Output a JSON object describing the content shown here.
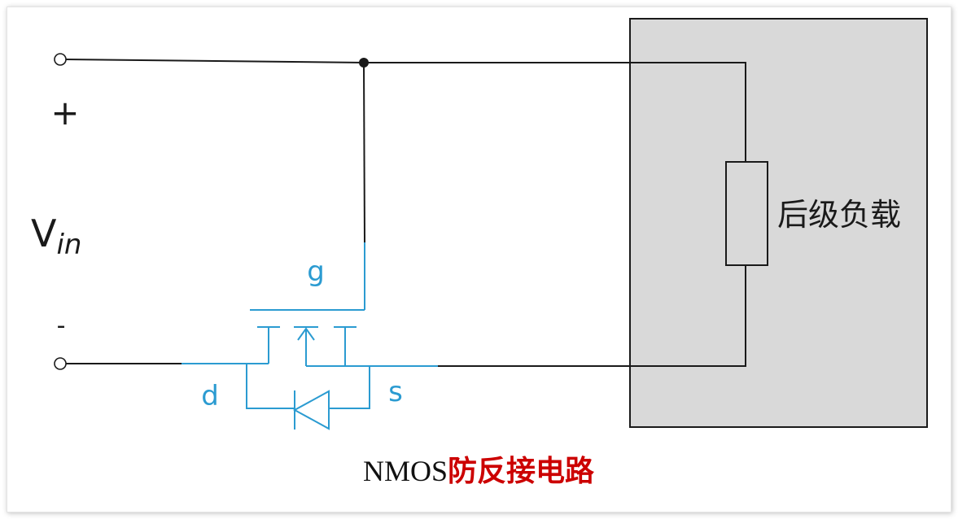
{
  "colors": {
    "wire": "#1a1a1a",
    "mosfet": "#2b9bd1",
    "load_fill": "#d9d9d9",
    "caption": "#cc0000"
  },
  "labels": {
    "plus": "+",
    "minus": "-",
    "vin_main": "V",
    "vin_sub": "in",
    "gate": "g",
    "drain": "d",
    "source": "s",
    "load": "后级负载"
  },
  "caption": {
    "prefix": "NMOS",
    "suffix": "防反接电路"
  }
}
